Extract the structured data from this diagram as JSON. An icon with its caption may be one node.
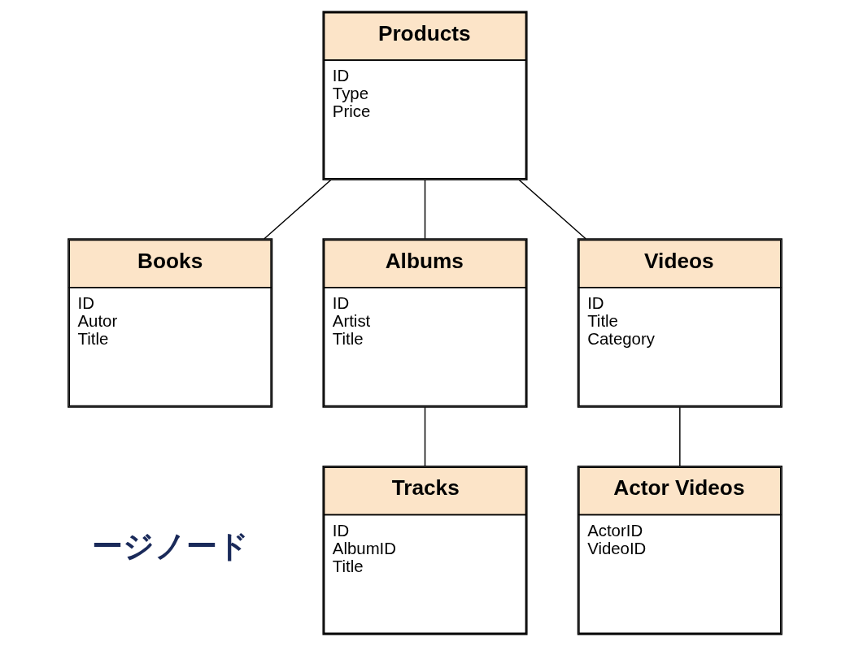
{
  "diagram": {
    "nodes": [
      {
        "text": [
          "Products",
          "ID",
          "Type",
          "Price"
        ]
      },
      {
        "text": [
          "Books",
          "ID",
          "Autor",
          "Title"
        ]
      },
      {
        "text": [
          "Albums",
          "ID",
          "Artist",
          "Title"
        ]
      },
      {
        "text": [
          "Videos",
          "ID",
          "Title",
          "Category"
        ]
      },
      {
        "text": [
          "Tracks",
          "ID",
          "AlbumID",
          "Title"
        ]
      },
      {
        "text": [
          "Actor Videos",
          "ActorID",
          "VideoID"
        ]
      }
    ],
    "edges": [
      {
        "from": 0,
        "to": 1,
        "arrow": "none"
      },
      {
        "from": 0,
        "to": 2,
        "arrow": "none"
      },
      {
        "from": 0,
        "to": 3,
        "arrow": "none"
      },
      {
        "from": 2,
        "to": 4,
        "arrow": "none"
      },
      {
        "from": 3,
        "to": 5,
        "arrow": "none"
      }
    ],
    "labels": [
      "ージノード"
    ]
  }
}
